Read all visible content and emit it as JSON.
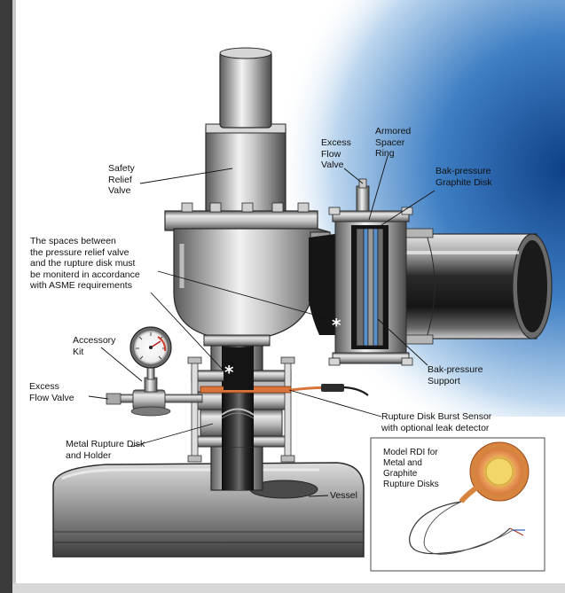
{
  "labels": {
    "safety_relief_valve": "Safety\nRelief\nValve",
    "excess_flow_valve_top": "Excess\nFlow\nValve",
    "armored_spacer_ring": "Armored\nSpacer\nRing",
    "bak_pressure_graphite_disk": "Bak-pressure\nGraphite Disk",
    "spaces_note": "The spaces between\nthe pressure relief valve\nand the rupture disk must\nbe moniterd in accordance\nwith ASME requirements",
    "accessory_kit": "Accessory\nKit",
    "excess_flow_valve_left": "Excess\nFlow Valve",
    "bak_pressure_support": "Bak-pressure\nSupport",
    "burst_sensor": "Rupture Disk Burst Sensor\nwith optional leak detector",
    "metal_rupture_disk": "Metal Rupture Disk\nand Holder",
    "vessel": "Vessel",
    "inset_title": "Model RDI for\nMetal and\nGraphite\nRupture Disks",
    "star_1": "*",
    "star_2": "*"
  },
  "colors": {
    "steel_dark": "#3a3a3a",
    "steel_light": "#e8e8e8",
    "pipe_black": "#1e1e1e",
    "sensor_orange": "#d9753b",
    "disk_orange": "#e9a06a",
    "sky_blue": "#1e5fa8"
  }
}
